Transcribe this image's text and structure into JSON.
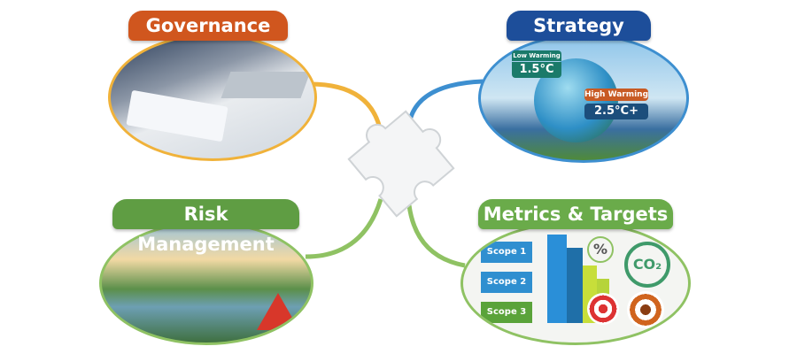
{
  "quadrants": {
    "governance": {
      "title": "Governance",
      "color": "#d0561e"
    },
    "strategy": {
      "title": "Strategy",
      "color": "#1d4e9a",
      "low_label": "Low Warming",
      "low_value": "1.5°C",
      "high_label": "High Warming",
      "high_value": "2.5°C+"
    },
    "risk": {
      "title": "Risk Management",
      "color": "#5f9d43"
    },
    "metrics": {
      "title": "Metrics & Targets",
      "color": "#6aab4a",
      "scopes": [
        "Scope 1",
        "Scope 2",
        "Scope 3"
      ],
      "percent": "%",
      "co2": "CO₂"
    }
  },
  "center_icon": "puzzle-piece-icon"
}
